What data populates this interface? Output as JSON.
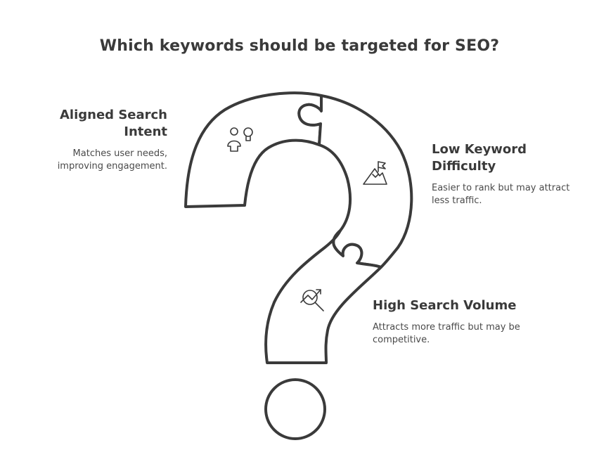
{
  "title": "Which keywords should be targeted for SEO?",
  "sections": [
    {
      "id": "aligned-search-intent",
      "heading": "Aligned Search Intent",
      "description": "Matches user needs, improving engagement.",
      "icon": "user-lightbulb-icon"
    },
    {
      "id": "low-keyword-difficulty",
      "heading": "Low Keyword Difficulty",
      "description": "Easier to rank but may attract less traffic.",
      "icon": "mountain-flag-icon"
    },
    {
      "id": "high-search-volume",
      "heading": "High Search Volume",
      "description": "Attracts more traffic but may be competitive.",
      "icon": "magnifier-trend-icon"
    }
  ],
  "colors": {
    "stroke": "#3a3a3a",
    "fill": "#ffffff",
    "text": "#3a3a3a"
  }
}
